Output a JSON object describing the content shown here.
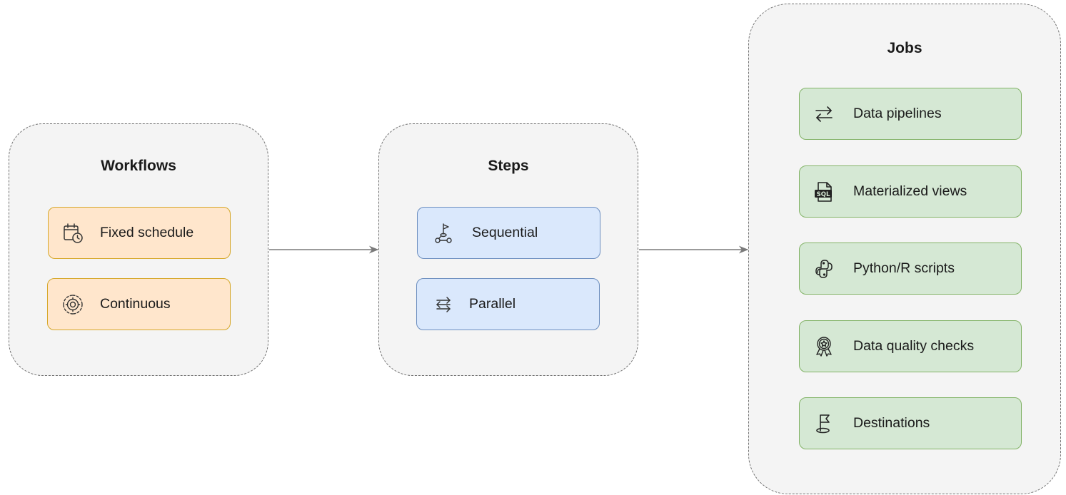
{
  "workflows": {
    "title": "Workflows",
    "items": [
      {
        "label": "Fixed schedule",
        "icon": "calendar-clock-icon"
      },
      {
        "label": "Continuous",
        "icon": "continuous-gear-icon"
      }
    ]
  },
  "steps": {
    "title": "Steps",
    "items": [
      {
        "label": "Sequential",
        "icon": "flag-path-icon"
      },
      {
        "label": "Parallel",
        "icon": "parallel-arrows-icon"
      }
    ]
  },
  "jobs": {
    "title": "Jobs",
    "items": [
      {
        "label": "Data pipelines",
        "icon": "swap-arrows-icon"
      },
      {
        "label": "Materialized views",
        "icon": "sql-file-icon"
      },
      {
        "label": "Python/R scripts",
        "icon": "python-icon"
      },
      {
        "label": "Data quality checks",
        "icon": "award-badge-icon"
      },
      {
        "label": "Destinations",
        "icon": "destination-flag-icon"
      }
    ]
  },
  "colors": {
    "group_fill": "#f4f4f4",
    "group_border": "#707070",
    "workflow_fill": "#ffe6cc",
    "workflow_border": "#d6a728",
    "step_fill": "#dae8fc",
    "step_border": "#6c8ebf",
    "job_fill": "#d5e8d4",
    "job_border": "#82b366",
    "connector": "#7a7a7a"
  }
}
